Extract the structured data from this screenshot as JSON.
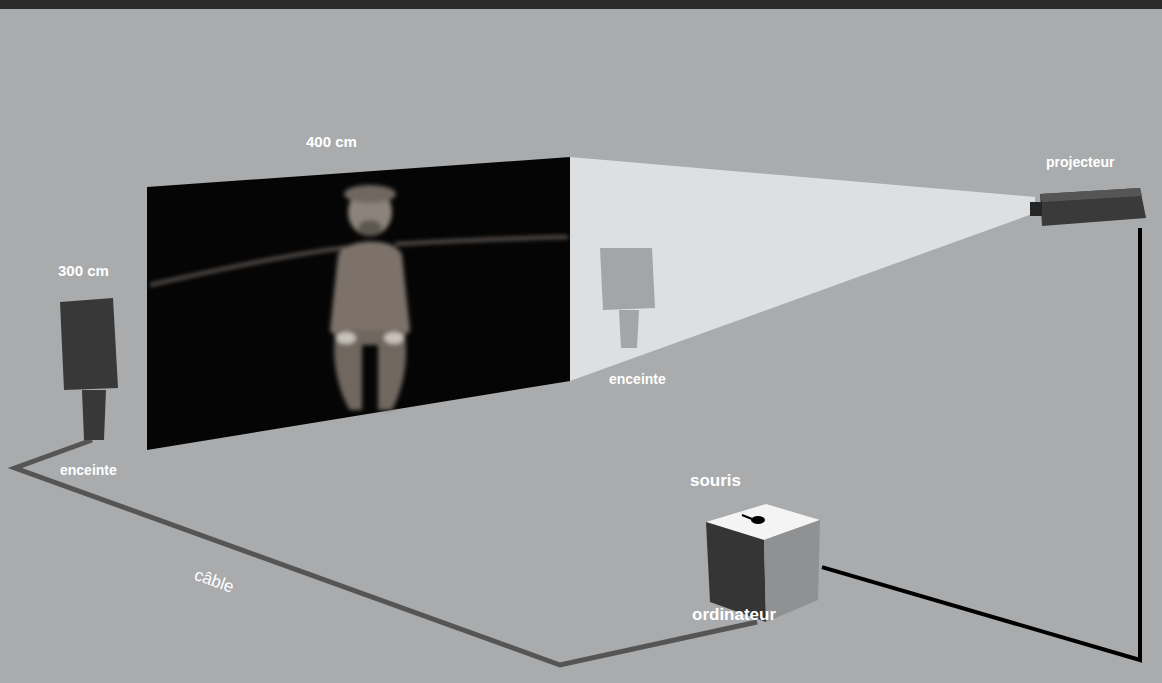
{
  "diagram": {
    "nodes": [
      {
        "text": [
          "enceinte"
        ]
      },
      {
        "text": [
          "enceinte"
        ]
      },
      {
        "text": [
          "projecteur"
        ]
      },
      {
        "text": [
          "souris",
          "ordinateur"
        ]
      }
    ],
    "edges": [
      {
        "from": 3,
        "to": 2,
        "arrow": "none"
      },
      {
        "from": 3,
        "to": 0,
        "arrow": "none",
        "label": "câble"
      }
    ],
    "labels": [
      "400 cm",
      "300 cm"
    ]
  }
}
